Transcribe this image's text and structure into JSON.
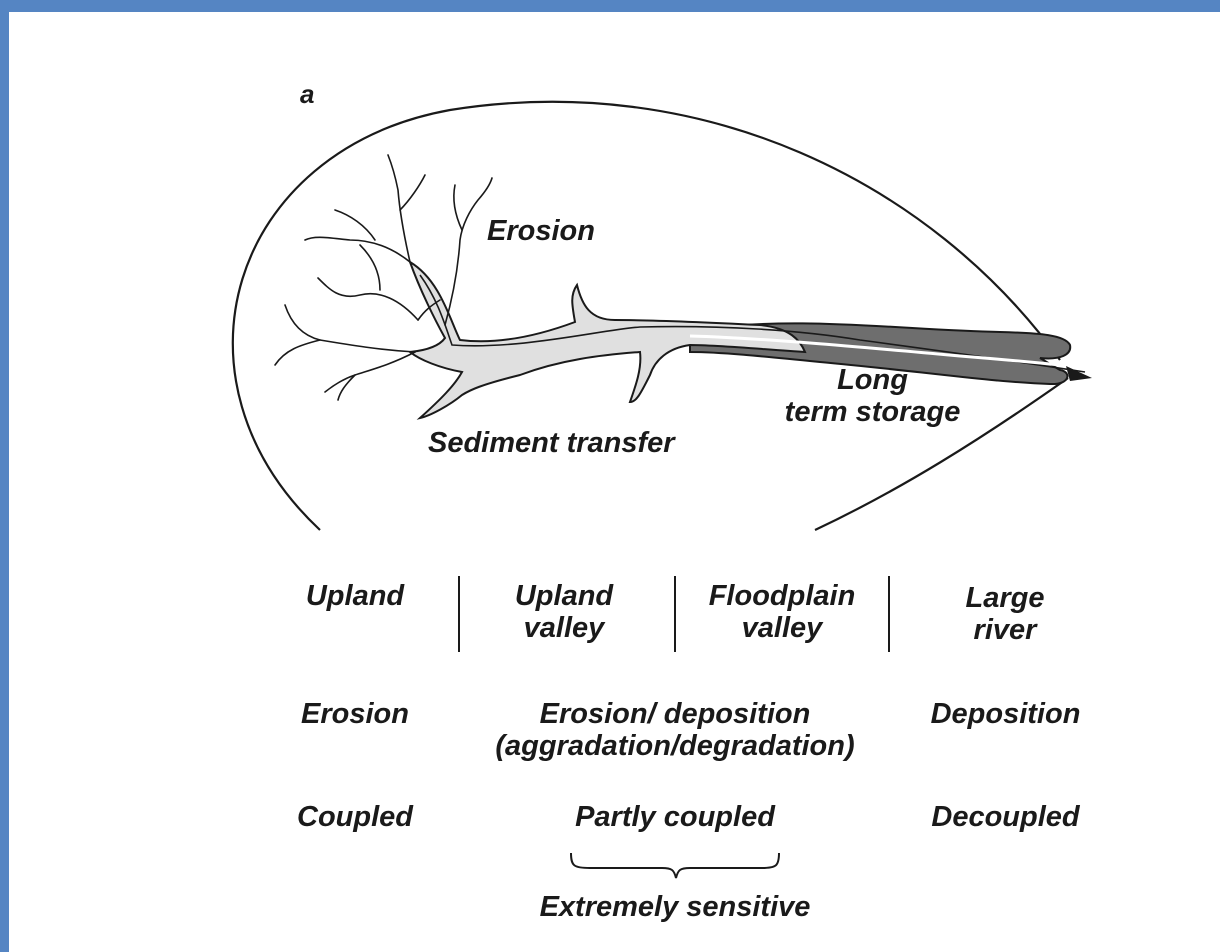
{
  "panel_letter": "a",
  "map_labels": {
    "erosion": "Erosion",
    "sediment_transfer": "Sediment transfer",
    "long_term_storage": "Long\nterm storage"
  },
  "zones": [
    {
      "label": "Upland"
    },
    {
      "label": "Upland\nvalley"
    },
    {
      "label": "Floodplain\nvalley"
    },
    {
      "label": "Large\nriver"
    }
  ],
  "processes": {
    "upland": "Erosion",
    "middle": "Erosion/ deposition\n(aggradation/degradation)",
    "large_river": "Deposition"
  },
  "coupling": {
    "upland": "Coupled",
    "middle": "Partly coupled",
    "large_river": "Decoupled"
  },
  "bracket_label": "Extremely sensitive",
  "colors": {
    "frame_border": "#5585c3",
    "channel_light": "#e0e0e0",
    "channel_dark": "#6e6e6e",
    "ink": "#1a1a1a"
  }
}
